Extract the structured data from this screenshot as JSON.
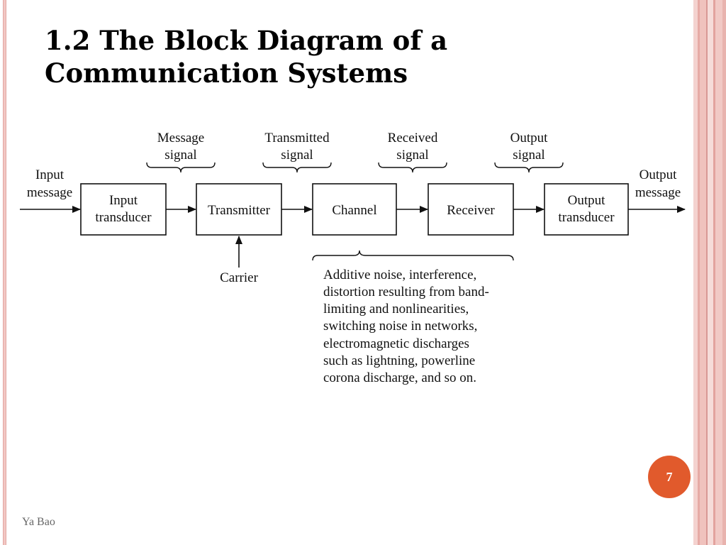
{
  "slide": {
    "title_lines": [
      "1.2 The Block Diagram of a",
      "Communication Systems"
    ],
    "page_number": "7",
    "footer": "Ya Bao"
  },
  "diagram": {
    "input_label": [
      "Input",
      "message"
    ],
    "output_label": [
      "Output",
      "message"
    ],
    "blocks": [
      {
        "id": "input-transducer",
        "lines": [
          "Input",
          "transducer"
        ]
      },
      {
        "id": "transmitter",
        "lines": [
          "Transmitter"
        ]
      },
      {
        "id": "channel",
        "lines": [
          "Channel"
        ]
      },
      {
        "id": "receiver",
        "lines": [
          "Receiver"
        ]
      },
      {
        "id": "output-transducer",
        "lines": [
          "Output",
          "transducer"
        ]
      }
    ],
    "signal_labels": [
      {
        "id": "message-signal",
        "lines": [
          "Message",
          "signal"
        ]
      },
      {
        "id": "transmitted-signal",
        "lines": [
          "Transmitted",
          "signal"
        ]
      },
      {
        "id": "received-signal",
        "lines": [
          "Received",
          "signal"
        ]
      },
      {
        "id": "output-signal",
        "lines": [
          "Output",
          "signal"
        ]
      }
    ],
    "carrier_label": "Carrier",
    "noise_note": [
      "Additive noise, interference,",
      "distortion resulting from band-",
      "limiting and nonlinearities,",
      "switching noise in networks,",
      "electromagnetic discharges",
      "such as lightning, powerline",
      "corona discharge, and so on."
    ]
  },
  "colors": {
    "badge": "#e15a2c",
    "stripe_light": "#f2c7c3",
    "stripe_dark": "#e2a7a2",
    "ink": "#111111"
  }
}
